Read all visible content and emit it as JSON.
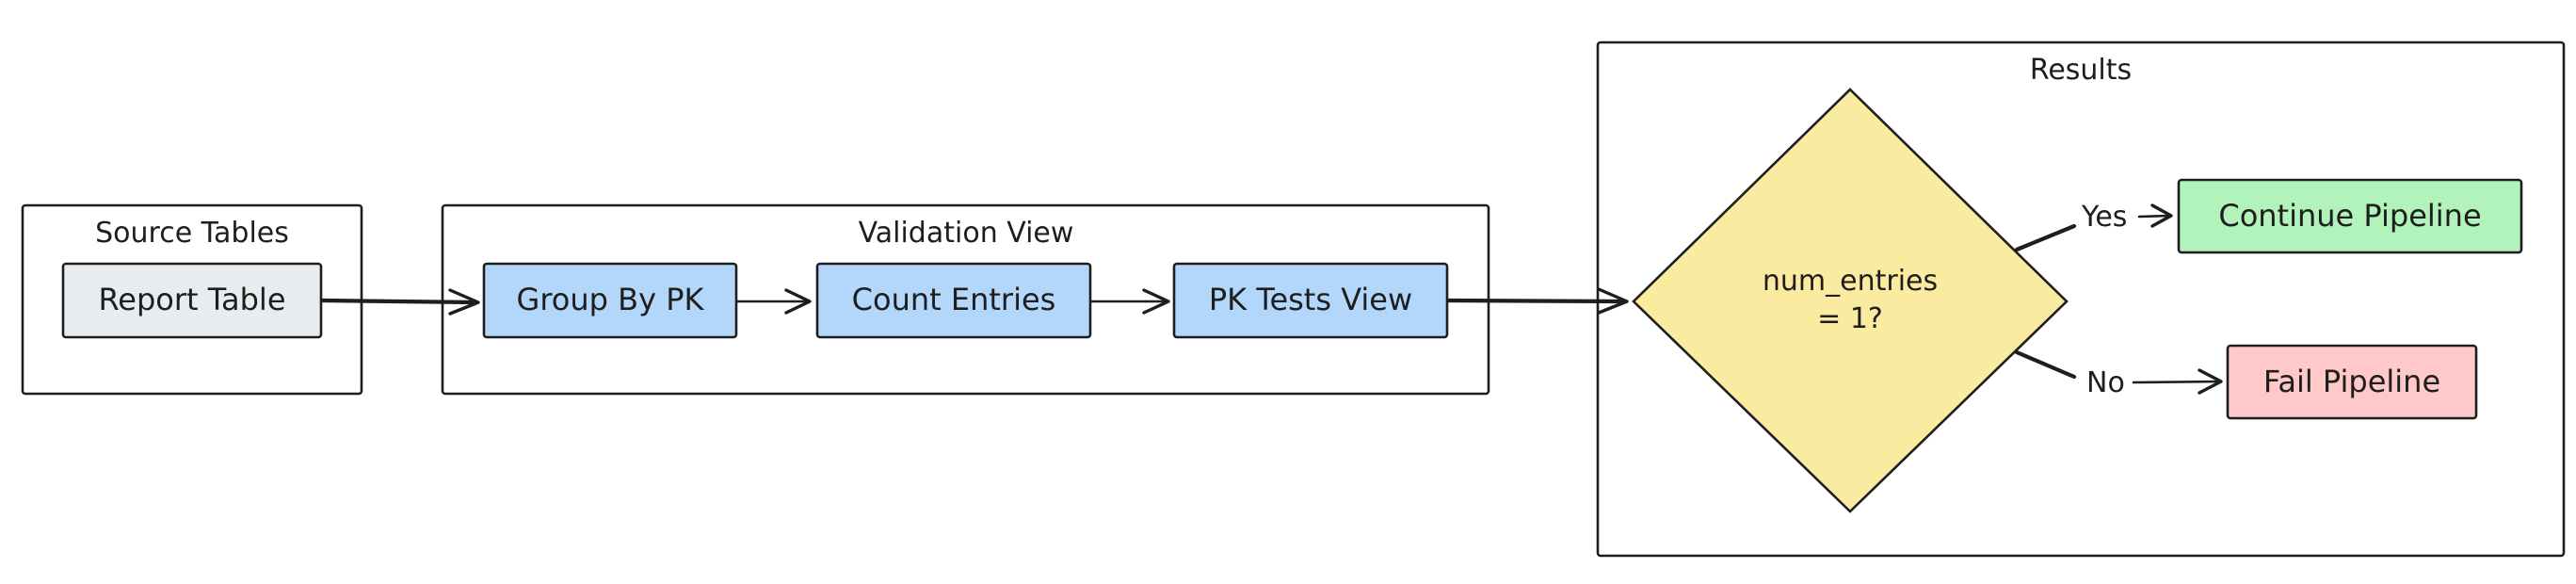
{
  "colors": {
    "stroke": "#1e1e1e",
    "background": "#ffffff",
    "source_fill": "#e9ecef",
    "step_fill": "#b2d7fb",
    "decision_fill": "#fbeba1",
    "success_fill": "#b2f2bb",
    "failure_fill": "#ffc9c9"
  },
  "groups": {
    "source": {
      "label": "Source Tables"
    },
    "validation": {
      "label": "Validation View"
    },
    "results": {
      "label": "Results"
    }
  },
  "nodes": {
    "report_table": {
      "label": "Report Table",
      "icon": "none"
    },
    "group_by_pk": {
      "label": "Group By PK"
    },
    "count_entries": {
      "label": "Count Entries"
    },
    "pk_tests_view": {
      "label": "PK Tests View"
    },
    "decision": {
      "line1": "num_entries",
      "line2": "= 1?"
    },
    "continue_pipeline": {
      "label": "Continue Pipeline"
    },
    "fail_pipeline": {
      "label": "Fail Pipeline"
    }
  },
  "edges": {
    "yes_label": "Yes",
    "no_label": "No"
  }
}
